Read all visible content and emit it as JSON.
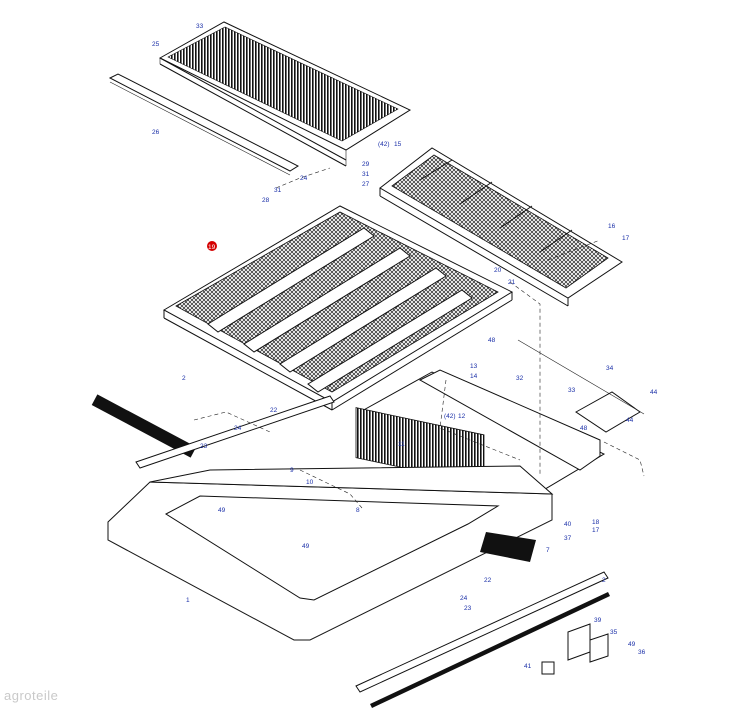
{
  "diagram": {
    "highlight_color": "#d40000",
    "label_color": "#1a2fa8",
    "labels": {
      "l33": "33",
      "l25": "25",
      "l26": "26",
      "l29": "29",
      "l31a": "31",
      "l27": "27",
      "l24a": "24",
      "l31b": "31",
      "l28": "28",
      "l42a": "(42)",
      "l15": "15",
      "l16": "16",
      "l17a": "17",
      "l19": "19",
      "l20": "20",
      "l21": "21",
      "l48a": "48",
      "l13": "13",
      "l14": "14",
      "l32": "32",
      "l34": "34",
      "l33b": "33",
      "l44a": "44",
      "l44b": "44",
      "l48b": "48",
      "l2a": "2",
      "l22a": "22",
      "l24b": "24",
      "l23a": "23",
      "l42b": "(42)",
      "l12": "12",
      "l11": "11",
      "l9": "9",
      "l10": "10",
      "l8": "8",
      "l49a": "49",
      "l40": "40",
      "l18": "18",
      "l37": "37",
      "l17b": "17",
      "l7": "7",
      "l49b": "49",
      "l22b": "22",
      "l2b": "2",
      "l1": "1",
      "l24c": "24",
      "l23b": "23",
      "l39": "39",
      "l35": "35",
      "l49c": "49",
      "l36": "36",
      "l41": "41"
    }
  },
  "watermark": "agroteile"
}
